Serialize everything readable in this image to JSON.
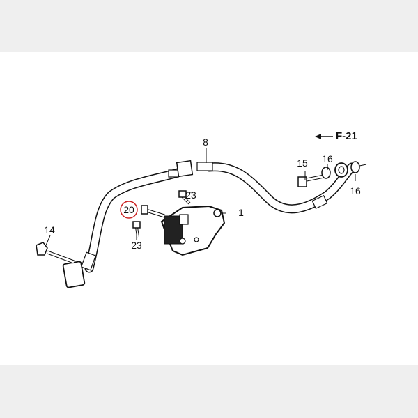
{
  "diagram": {
    "reference": "F-21",
    "highlight_color": "#cc2222",
    "callouts": [
      {
        "id": "c1",
        "label": "1"
      },
      {
        "id": "c8",
        "label": "8"
      },
      {
        "id": "c14",
        "label": "14"
      },
      {
        "id": "c15",
        "label": "15"
      },
      {
        "id": "c16a",
        "label": "16"
      },
      {
        "id": "c16b",
        "label": "16"
      },
      {
        "id": "c20",
        "label": "20"
      },
      {
        "id": "c23a",
        "label": "23"
      },
      {
        "id": "c23b",
        "label": "23"
      }
    ]
  }
}
